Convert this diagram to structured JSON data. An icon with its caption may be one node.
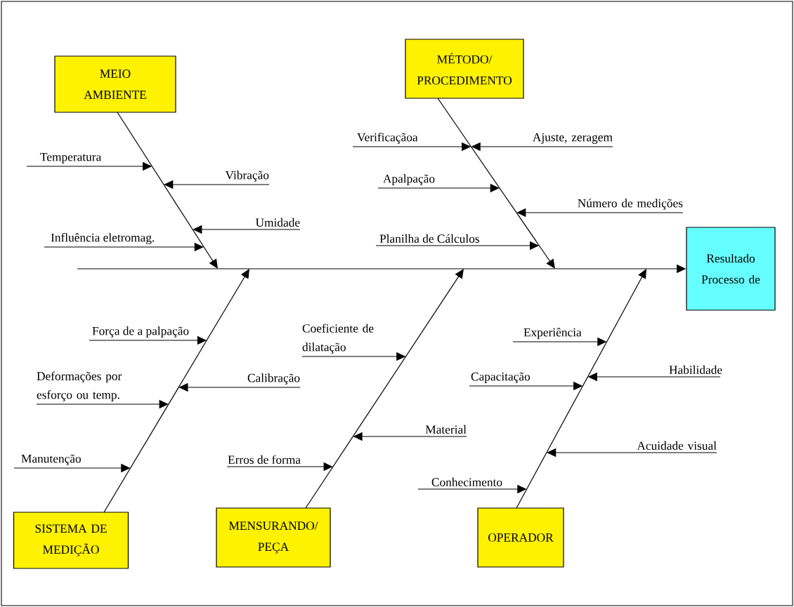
{
  "diagram": {
    "nodes": [
      {
        "text": [
          "MEIO AMBIENTE"
        ]
      },
      {
        "text": [
          "MÉTODO/ PROCEDIMENTO"
        ]
      },
      {
        "text": [
          "Temperatura"
        ]
      },
      {
        "text": [
          "Vibração"
        ]
      },
      {
        "text": [
          "Umidade"
        ]
      },
      {
        "text": [
          "Influência eletromag."
        ]
      },
      {
        "text": [
          "Verificaçãoa"
        ]
      },
      {
        "text": [
          "Ajuste, zeragem"
        ]
      },
      {
        "text": [
          "Apalpação"
        ]
      },
      {
        "text": [
          "Número de medições"
        ]
      },
      {
        "text": [
          "Planilha de Cálculos"
        ]
      },
      {
        "text": [
          "Resultado Processo de"
        ]
      },
      {
        "text": [
          "Força de a palpação"
        ]
      },
      {
        "text": [
          "Coeficiente de dilatação"
        ]
      },
      {
        "text": [
          "Experiência"
        ]
      },
      {
        "text": [
          "Deformações por esforço ou temp."
        ]
      },
      {
        "text": [
          "Calibração"
        ]
      },
      {
        "text": [
          "Capacitação"
        ]
      },
      {
        "text": [
          "Habilidade"
        ]
      },
      {
        "text": [
          "Material"
        ]
      },
      {
        "text": [
          "Acuidade visual"
        ]
      },
      {
        "text": [
          "Manutenção"
        ]
      },
      {
        "text": [
          "Erros de forma"
        ]
      },
      {
        "text": [
          "Conhecimento"
        ]
      },
      {
        "text": [
          "SISTEMA DE MEDIÇÃO"
        ]
      },
      {
        "text": [
          "MENSURANDO/ PEÇA"
        ]
      },
      {
        "text": [
          "OPERADOR"
        ]
      }
    ],
    "edges": [
      {
        "from": null,
        "to": 11,
        "arrow": "to"
      },
      {
        "from": 0,
        "to": null,
        "arrow": "to"
      },
      {
        "from": 1,
        "to": null,
        "arrow": "to"
      },
      {
        "from": 24,
        "to": null,
        "arrow": "to"
      },
      {
        "from": 25,
        "to": null,
        "arrow": "to"
      },
      {
        "from": 26,
        "to": null,
        "arrow": "to"
      },
      {
        "from": 2,
        "to": null,
        "arrow": "to"
      },
      {
        "from": 3,
        "to": null,
        "arrow": "to"
      },
      {
        "from": 4,
        "to": null,
        "arrow": "to"
      },
      {
        "from": 5,
        "to": null,
        "arrow": "to"
      },
      {
        "from": 6,
        "to": null,
        "arrow": "to"
      },
      {
        "from": 7,
        "to": null,
        "arrow": "to"
      },
      {
        "from": 8,
        "to": null,
        "arrow": "to"
      },
      {
        "from": 9,
        "to": null,
        "arrow": "to"
      },
      {
        "from": 10,
        "to": null,
        "arrow": "to"
      },
      {
        "from": 12,
        "to": null,
        "arrow": "to"
      },
      {
        "from": 13,
        "to": null,
        "arrow": "to"
      },
      {
        "from": 14,
        "to": null,
        "arrow": "to"
      },
      {
        "from": 15,
        "to": null,
        "arrow": "to"
      },
      {
        "from": 16,
        "to": null,
        "arrow": "to"
      },
      {
        "from": 17,
        "to": null,
        "arrow": "to"
      },
      {
        "from": 18,
        "to": null,
        "arrow": "to"
      },
      {
        "from": 19,
        "to": null,
        "arrow": "to"
      },
      {
        "from": 20,
        "to": null,
        "arrow": "to"
      },
      {
        "from": 21,
        "to": null,
        "arrow": "to"
      },
      {
        "from": 22,
        "to": null,
        "arrow": "to"
      },
      {
        "from": 23,
        "to": null,
        "arrow": "to"
      }
    ]
  }
}
